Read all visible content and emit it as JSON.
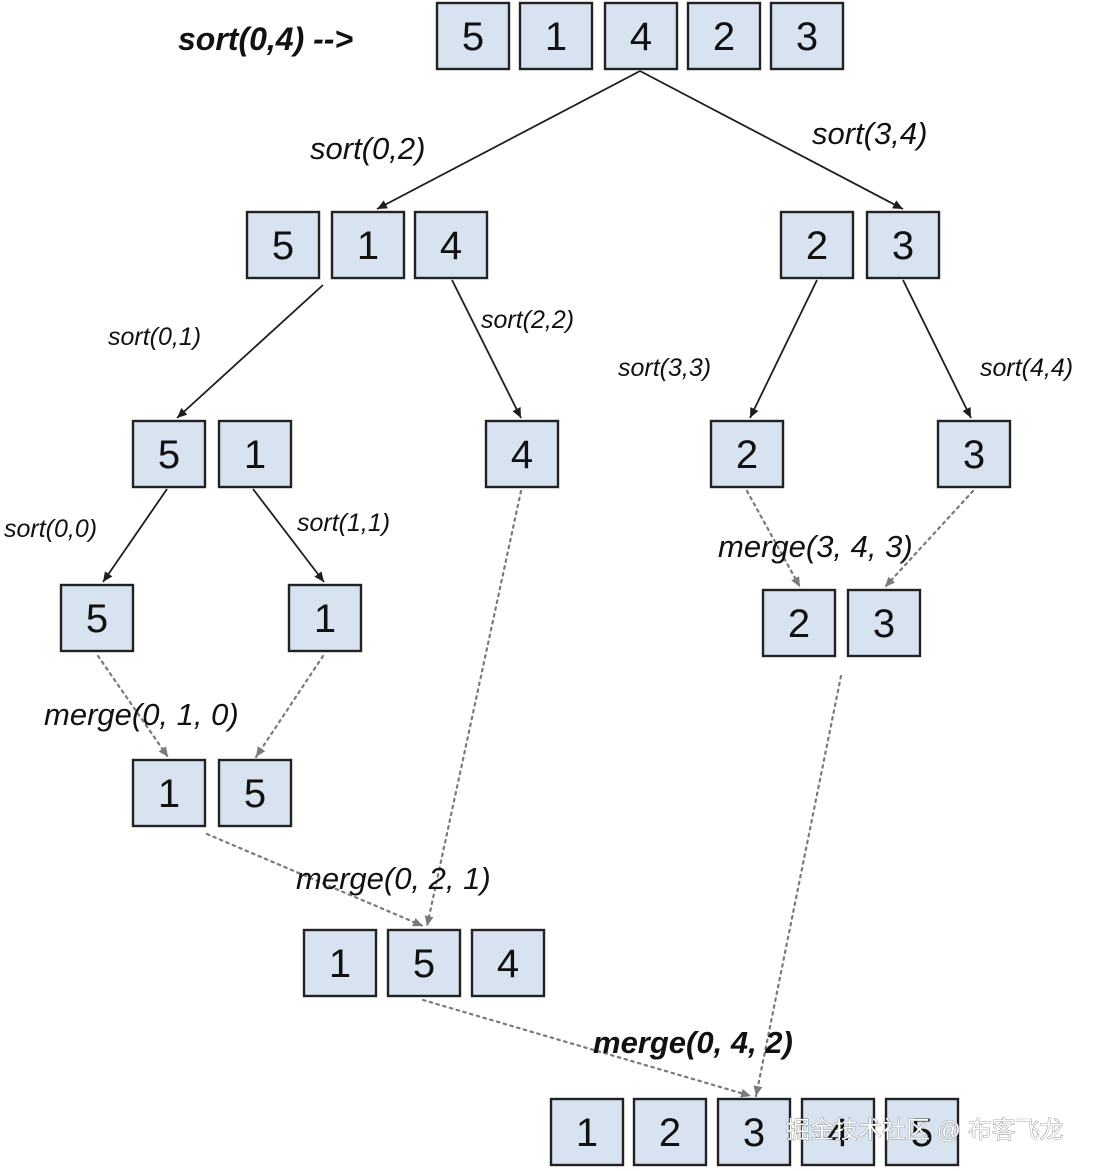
{
  "nodes": {
    "root": [
      "5",
      "1",
      "4",
      "2",
      "3"
    ],
    "l1_left": [
      "5",
      "1",
      "4"
    ],
    "l1_right": [
      "2",
      "3"
    ],
    "l2_a": [
      "5",
      "1"
    ],
    "l2_b": [
      "4"
    ],
    "l2_c": [
      "2"
    ],
    "l2_d": [
      "3"
    ],
    "l3_a": [
      "5"
    ],
    "l3_b": [
      "1"
    ],
    "m_left_small": [
      "1",
      "5"
    ],
    "m_right_small": [
      "2",
      "3"
    ],
    "m_left": [
      "1",
      "5",
      "4"
    ],
    "m_final": [
      "1",
      "2",
      "3",
      "4",
      "5"
    ]
  },
  "labels": {
    "root_call": "sort(0,4) -->",
    "sort_0_2": "sort(0,2)",
    "sort_3_4": "sort(3,4)",
    "sort_0_1": "sort(0,1)",
    "sort_2_2": "sort(2,2)",
    "sort_3_3": "sort(3,3)",
    "sort_4_4": "sort(4,4)",
    "sort_0_0": "sort(0,0)",
    "sort_1_1": "sort(1,1)",
    "merge_3_4_3": "merge(3, 4, 3)",
    "merge_0_1_0": "merge(0, 1, 0)",
    "merge_0_2_1": "merge(0, 2, 1)",
    "merge_0_4_2": "merge(0, 4, 2)"
  },
  "watermark": "掘金技术社区 @ 布客飞龙"
}
